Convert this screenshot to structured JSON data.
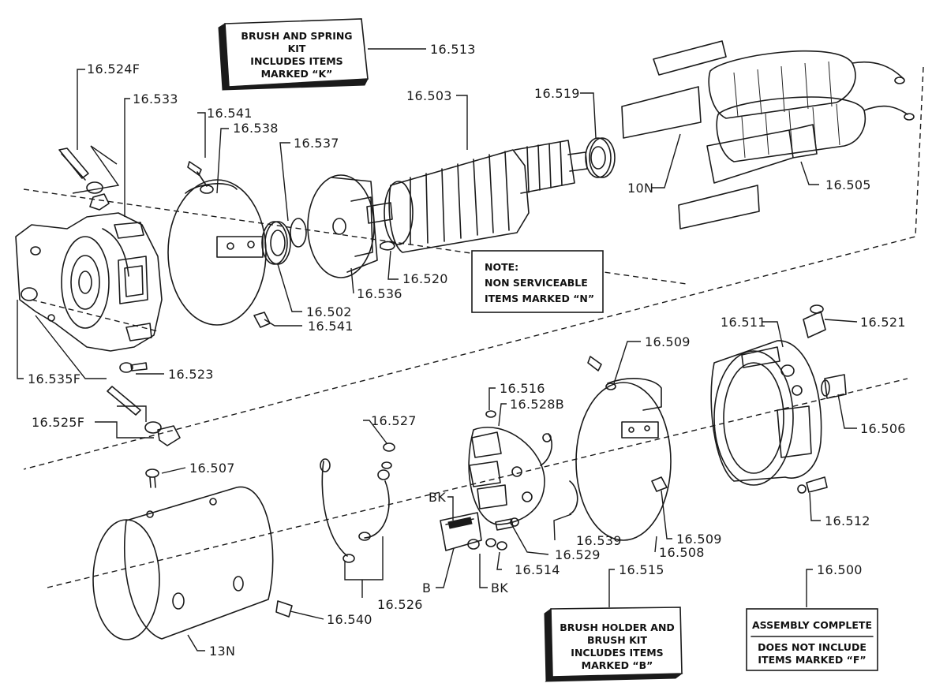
{
  "labels": {
    "l16513": "16.513",
    "l16524F": "16.524F",
    "l16533": "16.533",
    "l16541a": "16.541",
    "l16538": "16.538",
    "l16537": "16.537",
    "l16503": "16.503",
    "l16519": "16.519",
    "l10N": "10N",
    "l16505": "16.505",
    "l16520": "16.520",
    "l16536": "16.536",
    "l16502": "16.502",
    "l16541b": "16.541",
    "l16523": "16.523",
    "l16535F": "16.535F",
    "l16525F": "16.525F",
    "l16511": "16.511",
    "l16521": "16.521",
    "l16509a": "16.509",
    "l16506": "16.506",
    "l16516": "16.516",
    "l16528B": "16.528B",
    "l16527": "16.527",
    "l16507": "16.507",
    "lBKa": "BK",
    "lB": "B",
    "lBKb": "BK",
    "l16539": "16.539",
    "l16529": "16.529",
    "l16514": "16.514",
    "l16509b": "16.509",
    "l16508": "16.508",
    "l16512": "16.512",
    "l16526": "16.526",
    "l16540": "16.540",
    "l13N": "13N",
    "l16515": "16.515",
    "l16500": "16.500"
  },
  "boxes": {
    "brush_kit": [
      "BRUSH AND SPRING",
      "KIT",
      "INCLUDES ITEMS",
      "MARKED “K”"
    ],
    "note": [
      "NOTE:",
      "NON SERVICEABLE",
      "ITEMS MARKED “N”"
    ],
    "holder_kit": [
      "BRUSH HOLDER AND",
      "BRUSH KIT",
      "INCLUDES ITEMS",
      "MARKED “B”"
    ],
    "assembly": [
      "ASSEMBLY COMPLETE",
      "DOES NOT INCLUDE",
      "ITEMS MARKED “F”"
    ]
  }
}
